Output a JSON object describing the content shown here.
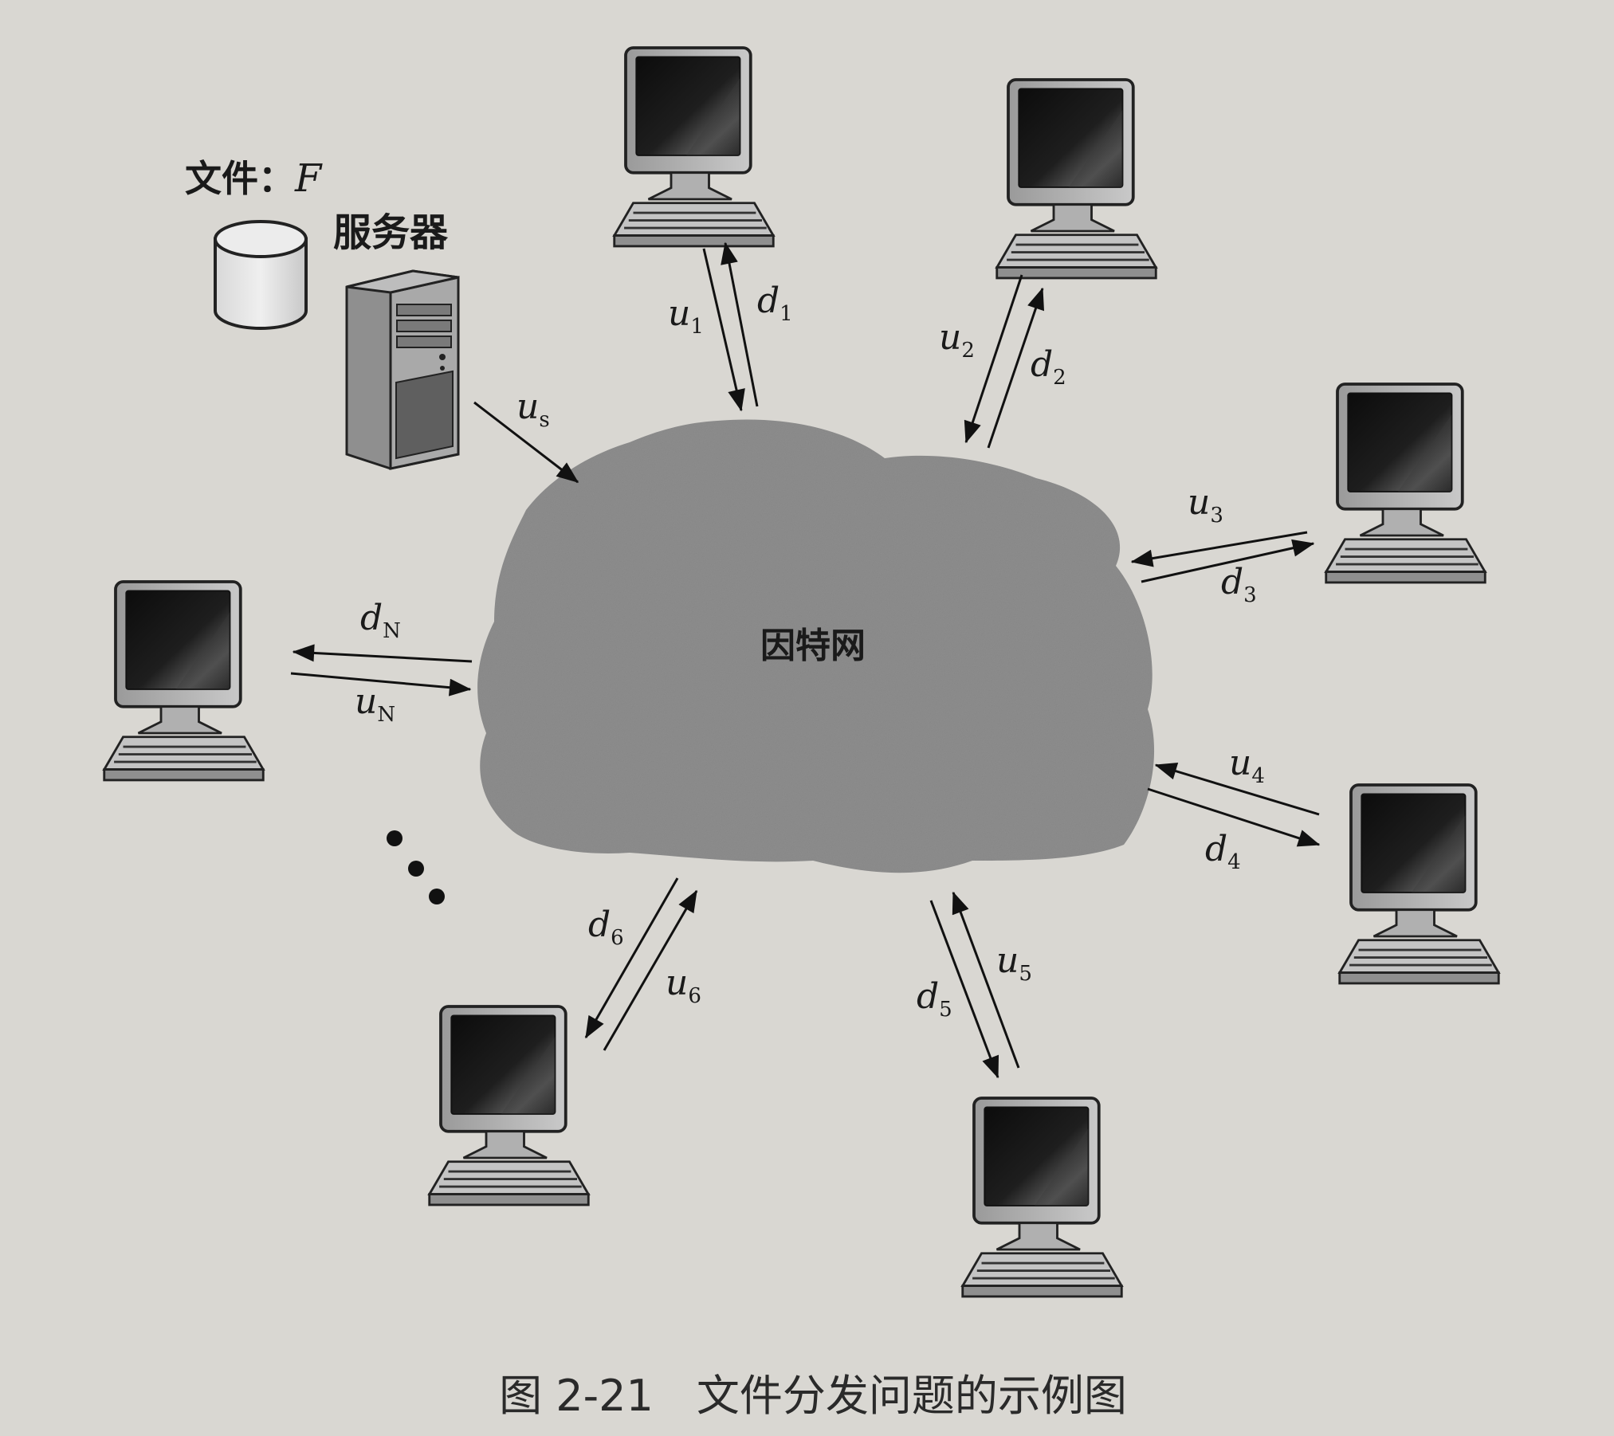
{
  "file_label_text": "文件：",
  "file_label_var": "F",
  "server_label": "服务器",
  "internet_label": "因特网",
  "server_link_label": {
    "base": "u",
    "sub": "s"
  },
  "links": [
    {
      "id": "1",
      "upload": {
        "base": "u",
        "sub": "1"
      },
      "download": {
        "base": "d",
        "sub": "1"
      }
    },
    {
      "id": "2",
      "upload": {
        "base": "u",
        "sub": "2"
      },
      "download": {
        "base": "d",
        "sub": "2"
      }
    },
    {
      "id": "3",
      "upload": {
        "base": "u",
        "sub": "3"
      },
      "download": {
        "base": "d",
        "sub": "3"
      }
    },
    {
      "id": "4",
      "upload": {
        "base": "u",
        "sub": "4"
      },
      "download": {
        "base": "d",
        "sub": "4"
      }
    },
    {
      "id": "5",
      "upload": {
        "base": "u",
        "sub": "5"
      },
      "download": {
        "base": "d",
        "sub": "5"
      }
    },
    {
      "id": "6",
      "upload": {
        "base": "u",
        "sub": "6"
      },
      "download": {
        "base": "d",
        "sub": "6"
      }
    },
    {
      "id": "N",
      "upload": {
        "base": "u",
        "sub": "N"
      },
      "download": {
        "base": "d",
        "sub": "N"
      }
    }
  ],
  "caption": "图 2-21　文件分发问题的示例图",
  "colors": {
    "background": "#d9d7d2",
    "cloud": "#8d8d8d",
    "server": "#8f8f8f",
    "monitor_case": "#b5b5b5",
    "screen_dark": "#161616",
    "line": "#111111"
  }
}
